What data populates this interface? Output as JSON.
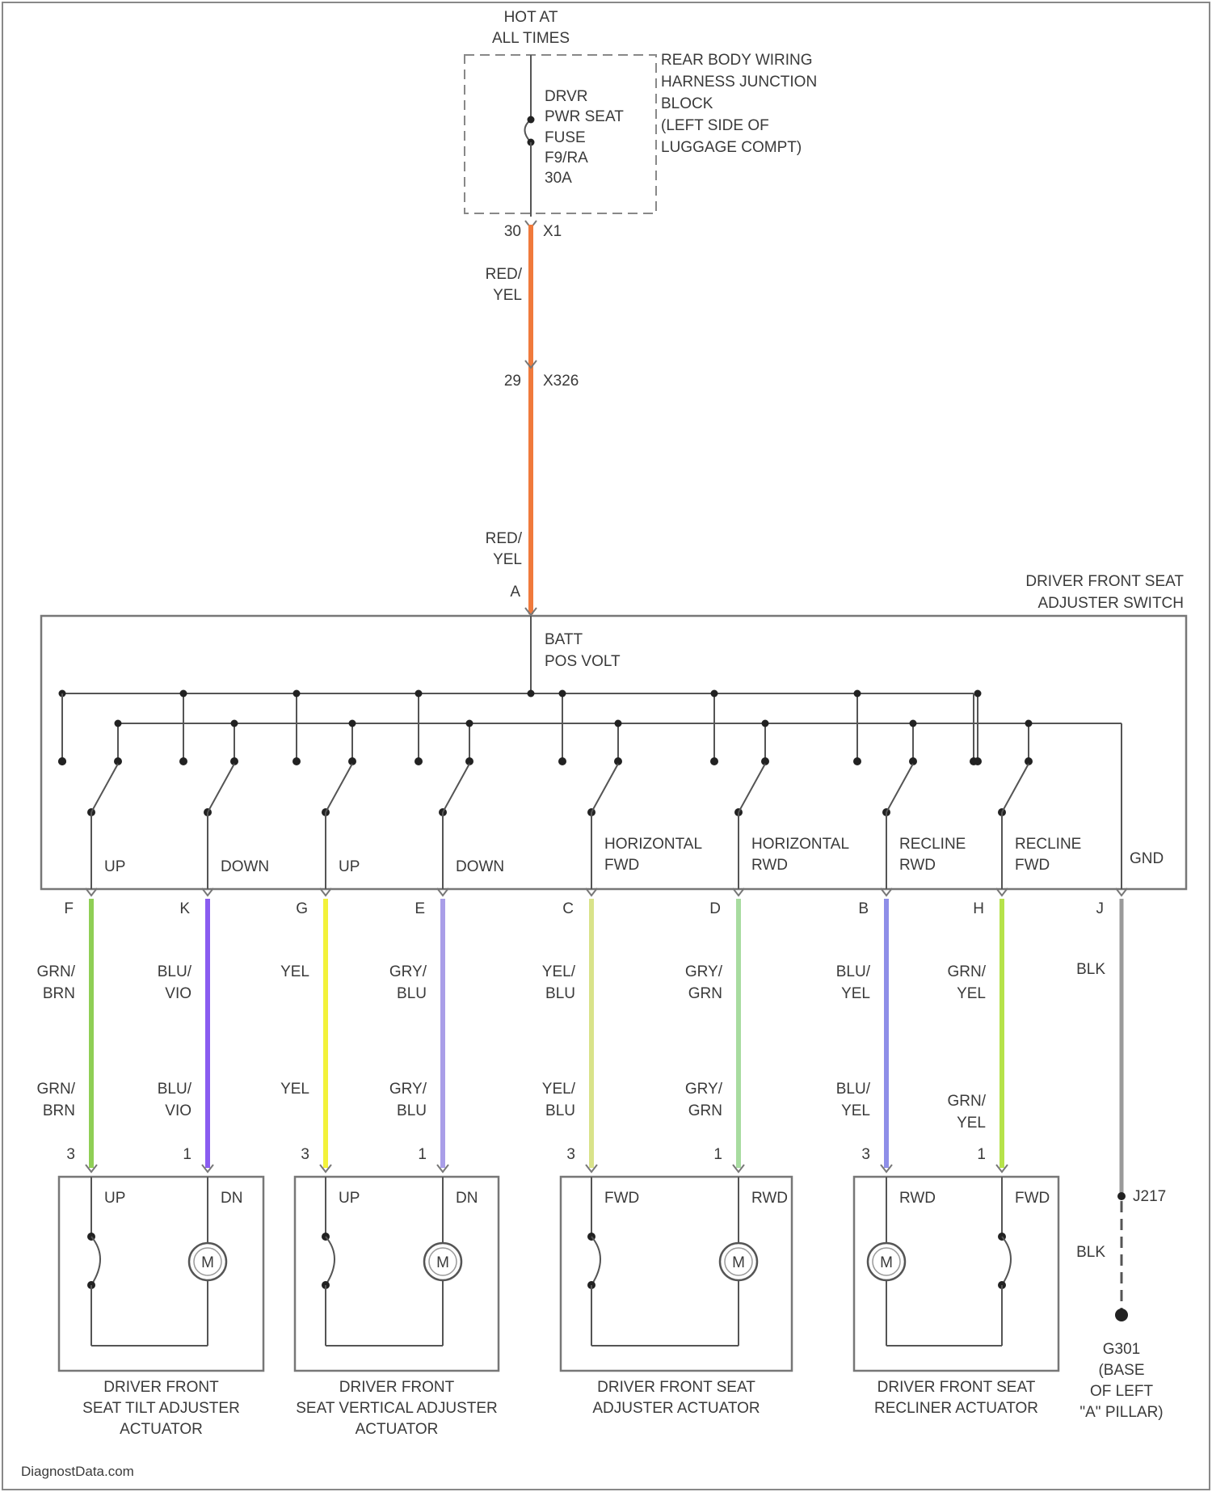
{
  "power": {
    "line1": "HOT AT",
    "line2": "ALL TIMES"
  },
  "junction_block": {
    "label": [
      "REAR BODY WIRING",
      "HARNESS JUNCTION",
      "BLOCK",
      "(LEFT SIDE OF",
      "LUGGAGE COMPT)"
    ],
    "fuse": [
      "DRVR",
      "PWR SEAT",
      "FUSE",
      "F9/RA",
      "30A"
    ],
    "connector_pin": "30",
    "connector_id": "X1"
  },
  "inline_connector": {
    "pin": "29",
    "id": "X326"
  },
  "feed_wire": {
    "color_upper": [
      "RED/",
      "YEL"
    ],
    "color_lower": [
      "RED/",
      "YEL"
    ],
    "hex": "#f07a3c"
  },
  "switch": {
    "title": [
      "DRIVER FRONT SEAT",
      "ADJUSTER SWITCH"
    ],
    "input_pin": "A",
    "batt_label": [
      "BATT",
      "POS VOLT"
    ],
    "positions": [
      {
        "label": [
          "UP"
        ],
        "pin": "F"
      },
      {
        "label": [
          "DOWN"
        ],
        "pin": "K"
      },
      {
        "label": [
          "UP"
        ],
        "pin": "G"
      },
      {
        "label": [
          "DOWN"
        ],
        "pin": "E"
      },
      {
        "label": [
          "HORIZONTAL",
          "FWD"
        ],
        "pin": "C"
      },
      {
        "label": [
          "HORIZONTAL",
          "RWD"
        ],
        "pin": "D"
      },
      {
        "label": [
          "RECLINE",
          "RWD"
        ],
        "pin": "B"
      },
      {
        "label": [
          "RECLINE",
          "FWD"
        ],
        "pin": "H"
      }
    ],
    "gnd_label": "GND",
    "gnd_pin": "J"
  },
  "wires": [
    {
      "upper": [
        "GRN/",
        "BRN"
      ],
      "lower": [
        "GRN/",
        "BRN"
      ],
      "hex": "#8fcf55",
      "end_pin": "3"
    },
    {
      "upper": [
        "BLU/",
        "VIO"
      ],
      "lower": [
        "BLU/",
        "VIO"
      ],
      "hex": "#8a5cf0",
      "end_pin": "1"
    },
    {
      "upper": [
        "YEL"
      ],
      "lower": [
        "YEL"
      ],
      "hex": "#f3f23a",
      "end_pin": "3"
    },
    {
      "upper": [
        "GRY/",
        "BLU"
      ],
      "lower": [
        "GRY/",
        "BLU"
      ],
      "hex": "#a99ee8",
      "end_pin": "1"
    },
    {
      "upper": [
        "YEL/",
        "BLU"
      ],
      "lower": [
        "YEL/",
        "BLU"
      ],
      "hex": "#d9e38a",
      "end_pin": "3"
    },
    {
      "upper": [
        "GRY/",
        "GRN"
      ],
      "lower": [
        "GRY/",
        "GRN"
      ],
      "hex": "#a8dca0",
      "end_pin": "1"
    },
    {
      "upper": [
        "BLU/",
        "YEL"
      ],
      "lower": [
        "BLU/",
        "YEL"
      ],
      "hex": "#8e8ee8",
      "end_pin": "3"
    },
    {
      "upper": [
        "GRN/",
        "YEL"
      ],
      "lower": [
        "GRN/",
        "YEL"
      ],
      "hex": "#b6e34a",
      "end_pin": "1"
    }
  ],
  "ground_wire": {
    "upper": "BLK",
    "lower": "BLK",
    "hex": "#9a9a9a",
    "splice": "J217",
    "ground": [
      "G301",
      "(BASE",
      "OF LEFT",
      "\"A\" PILLAR)"
    ]
  },
  "actuators": [
    {
      "left_terminal": "UP",
      "right_terminal": "DN",
      "label": [
        "DRIVER FRONT",
        "SEAT TILT ADJUSTER",
        "ACTUATOR"
      ]
    },
    {
      "left_terminal": "UP",
      "right_terminal": "DN",
      "label": [
        "DRIVER FRONT",
        "SEAT VERTICAL ADJUSTER",
        "ACTUATOR"
      ]
    },
    {
      "left_terminal": "FWD",
      "right_terminal": "RWD",
      "label": [
        "DRIVER FRONT SEAT",
        "ADJUSTER ACTUATOR"
      ]
    },
    {
      "left_terminal": "RWD",
      "right_terminal": "FWD",
      "label": [
        "DRIVER FRONT SEAT",
        "RECLINER ACTUATOR"
      ]
    }
  ],
  "motor_symbol": "M",
  "watermark": "DiagnostData.com"
}
